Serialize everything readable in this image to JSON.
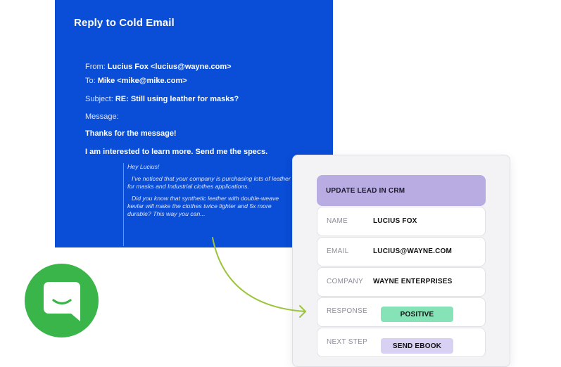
{
  "email": {
    "title": "Reply to Cold Email",
    "from_label": "From:",
    "from_value": "Lucius Fox <lucius@wayne.com>",
    "to_label": "To:",
    "to_value": "Mike <mike@mike.com>",
    "subject_label": "Subject:",
    "subject_value": "RE: Still using leather for masks?",
    "message_label": "Message:",
    "body_line1": "Thanks for the message!",
    "body_line2": "I am interested to learn more. Send me the specs.",
    "quote_line1": "Hey Lucius!",
    "quote_line2": "I've noticed that your company is purchasing lots of leather",
    "quote_line3": "for masks and Industrial clothes applications.",
    "quote_line4": "Did you know that synthetic leather with double-weave",
    "quote_line5": "kevlar will make the clothes twice lighter and 5x more",
    "quote_line6": "durable? This way you can..."
  },
  "crm": {
    "header": "UPDATE LEAD IN CRM",
    "fields": [
      {
        "label": "NAME",
        "value": "LUCIUS FOX"
      },
      {
        "label": "EMAIL",
        "value": "LUCIUS@WAYNE.COM"
      },
      {
        "label": "COMPANY",
        "value": "WAYNE ENTERPRISES"
      },
      {
        "label": "RESPONSE",
        "value": "POSITIVE"
      },
      {
        "label": "NEXT STEP",
        "value": "SEND EBOOK"
      }
    ]
  },
  "colors": {
    "email_bg": "#0a4dd6",
    "crm_header": "#b9ace3",
    "positive_pill": "#86e3b7",
    "ebook_pill": "#d9d1f3",
    "arrow": "#9cc43c",
    "brand_green": "#39b54a"
  },
  "icons": {
    "badge": "chat-bubble-icon",
    "connector": "curved-arrow-icon"
  }
}
